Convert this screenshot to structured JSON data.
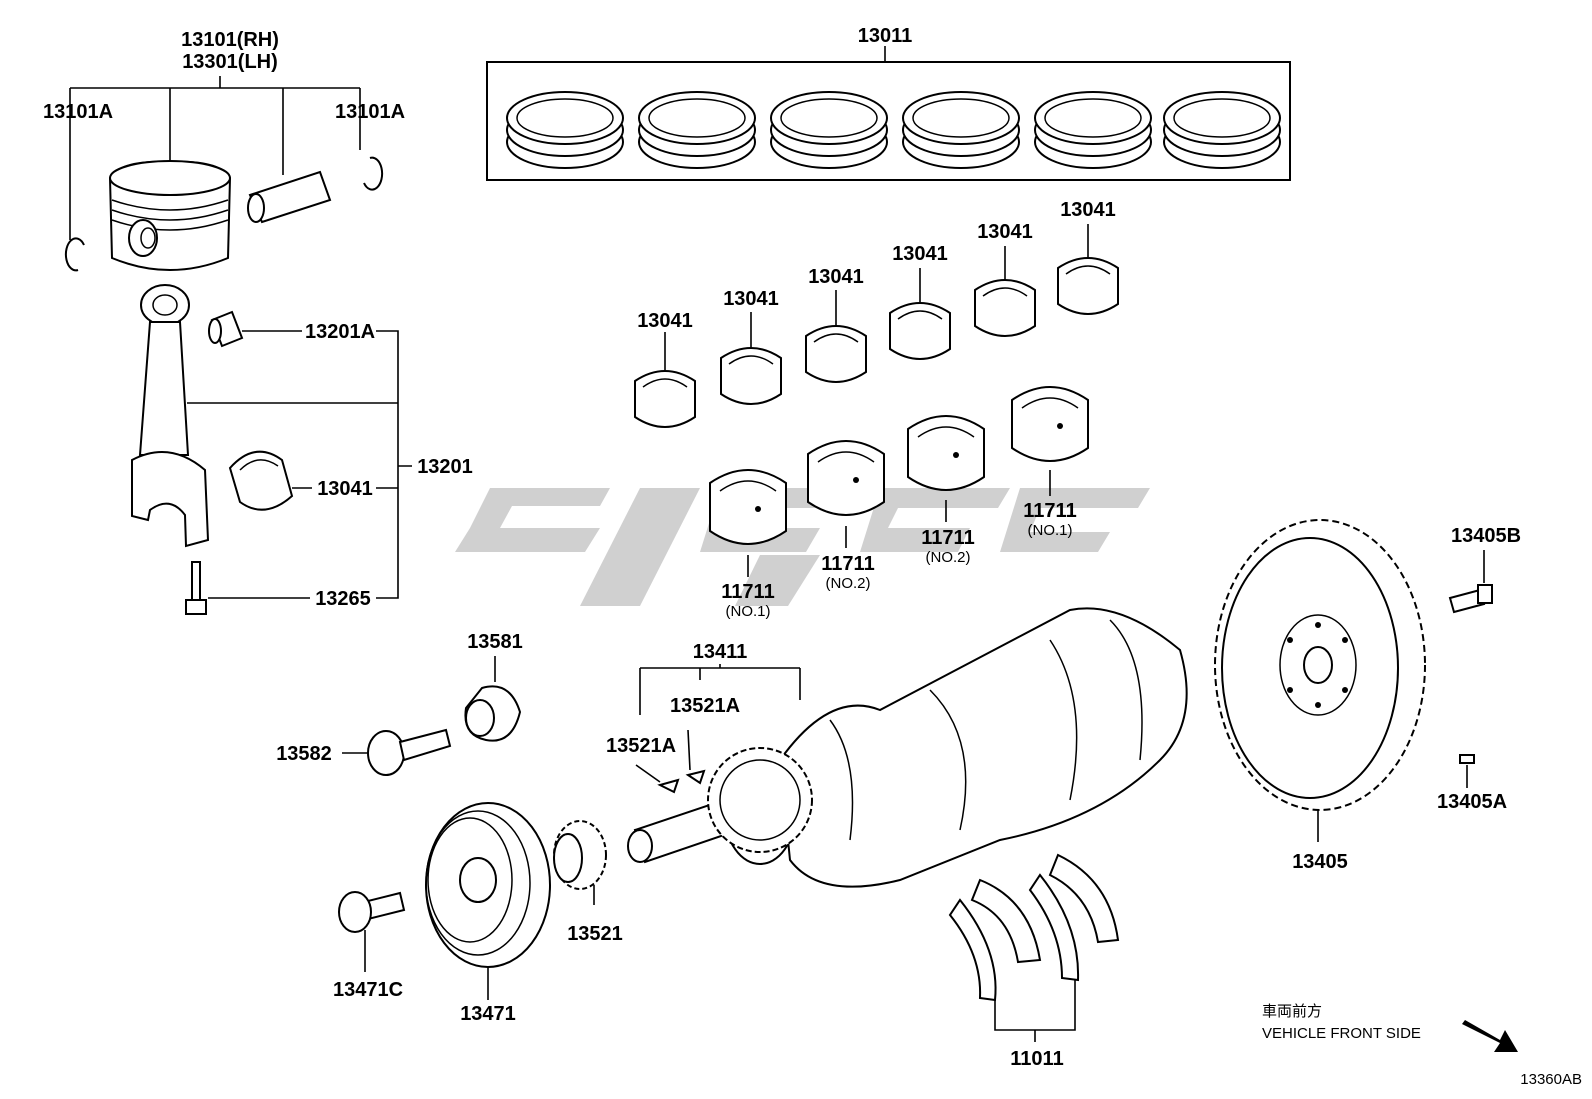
{
  "labels": {
    "piston": "13101(RH)",
    "piston_lh": "13301(LH)",
    "snap_ring_left": "13101A",
    "snap_ring_right": "13101A",
    "ring_set": "13011",
    "conrod_bushing": "13201A",
    "conrod_assy": "13201",
    "conrod_bearing": "13041",
    "conrod_bolt": "13265",
    "bearing_1": "13041",
    "bearing_2": "13041",
    "bearing_3": "13041",
    "bearing_4": "13041",
    "bearing_5": "13041",
    "bearing_6": "13041",
    "main_bearing_1": "11711",
    "main_bearing_1_note": "(NO.1)",
    "main_bearing_2": "11711",
    "main_bearing_2_note": "(NO.2)",
    "main_bearing_3": "11711",
    "main_bearing_3_note": "(NO.2)",
    "main_bearing_4": "11711",
    "main_bearing_4_note": "(NO.1)",
    "plate": "13581",
    "plate_bolt": "13582",
    "crankshaft": "13411",
    "key_a": "13521A",
    "key_b": "13521A",
    "timing_gear": "13521",
    "pulley": "13471",
    "pulley_bolt": "13471C",
    "thrust_washer": "11011",
    "flywheel": "13405",
    "flywheel_bolt": "13405B",
    "flywheel_pin": "13405A"
  },
  "vehicle_front": {
    "jp": "車両前方",
    "en": "VEHICLE FRONT SIDE"
  },
  "figure_code": "13360AB"
}
